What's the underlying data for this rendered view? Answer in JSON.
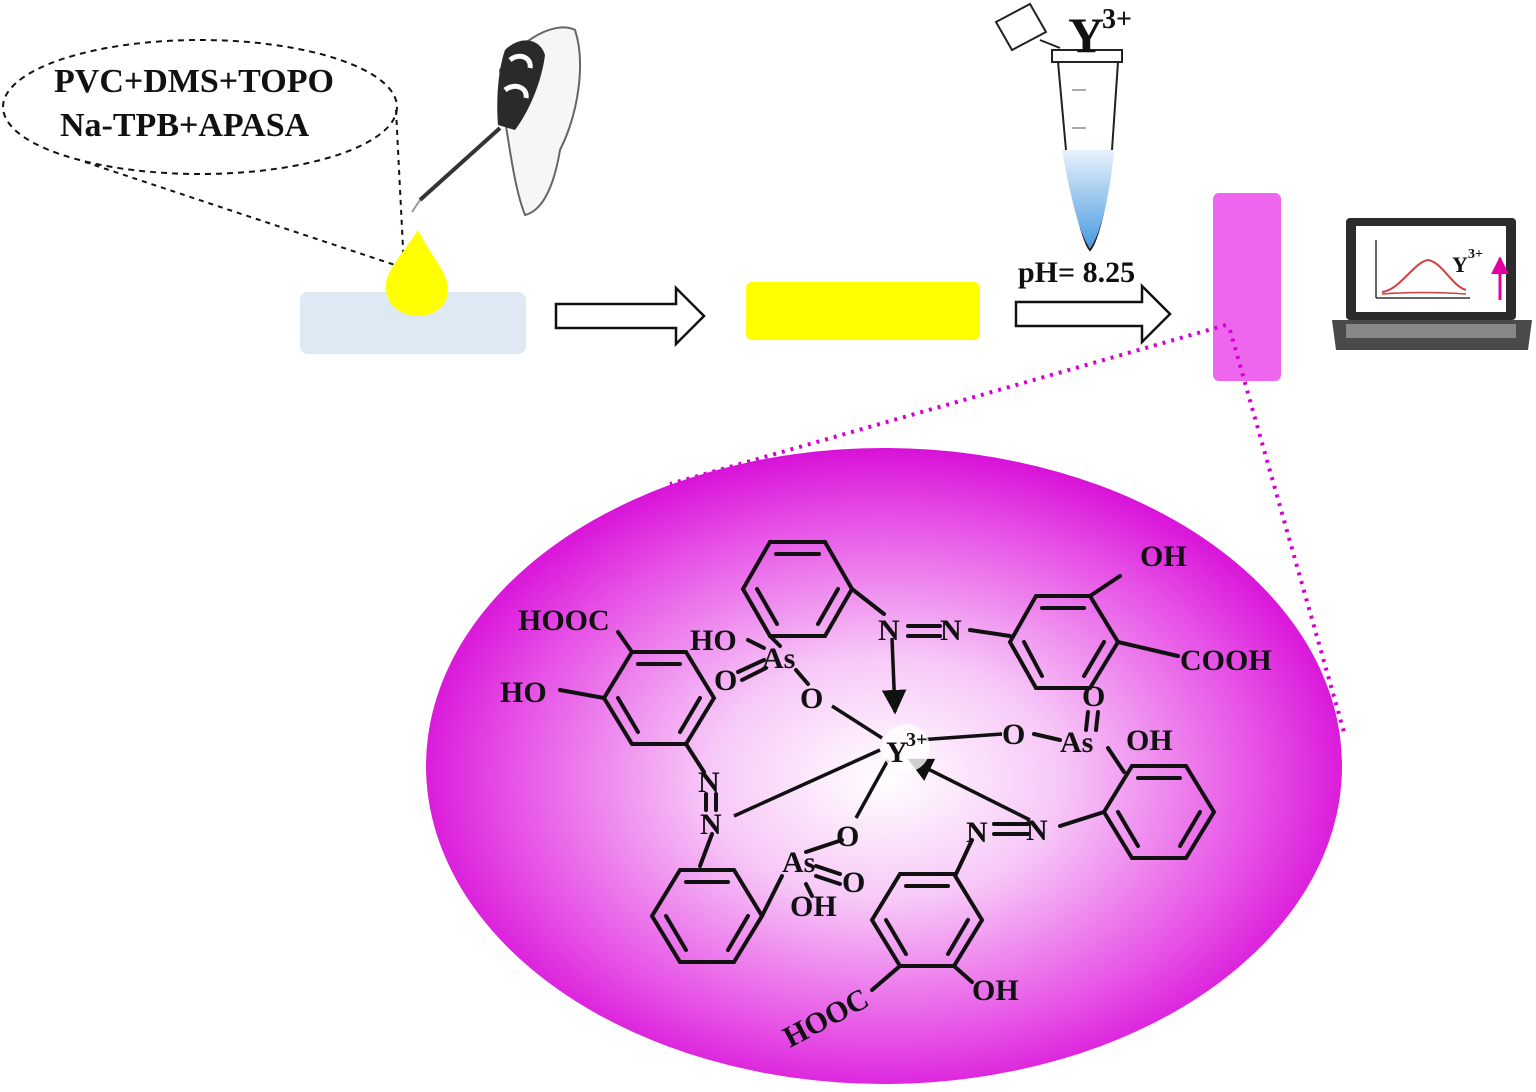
{
  "membrane_components": {
    "line1": "PVC+DMS+TOPO",
    "line2": "Na-TPB+APASA"
  },
  "analyte": {
    "symbol": "Y",
    "charge": "3+"
  },
  "condition": {
    "ph_label": "pH= 8.25"
  },
  "spectrum_readout": {
    "label": "Y",
    "charge": "3+"
  },
  "complex": {
    "center": "Y",
    "center_charge": "3+",
    "groups": {
      "oh_top": "OH",
      "cooh_right": "COOH",
      "hooc_left": "HOOC",
      "ho_left": "HO",
      "ho_as_top": "HO",
      "as_top": "As",
      "o_dbl_top": "O",
      "o_link_top": "O",
      "n_top_1": "N",
      "n_top_2": "N",
      "o_link_right": "O",
      "as_right": "As",
      "o_dbl_right": "O",
      "oh_as_right": "OH",
      "n_left_1": "N",
      "n_left_2": "N",
      "o_link_bottom": "O",
      "as_bottom": "As",
      "o_dbl_bottom": "O",
      "oh_as_bottom": "OH",
      "n_bot_1": "N",
      "n_bot_2": "N",
      "hooc_bottom": "HOOC",
      "oh_bottom": "OH"
    }
  },
  "colors": {
    "drop_yellow": "#ffff00",
    "glass_blue": "#dfe9f3",
    "sensor_pink": "#ee66ee",
    "complex_magenta": "#dd00dd",
    "tube_liquid": "#5fa8e6"
  }
}
